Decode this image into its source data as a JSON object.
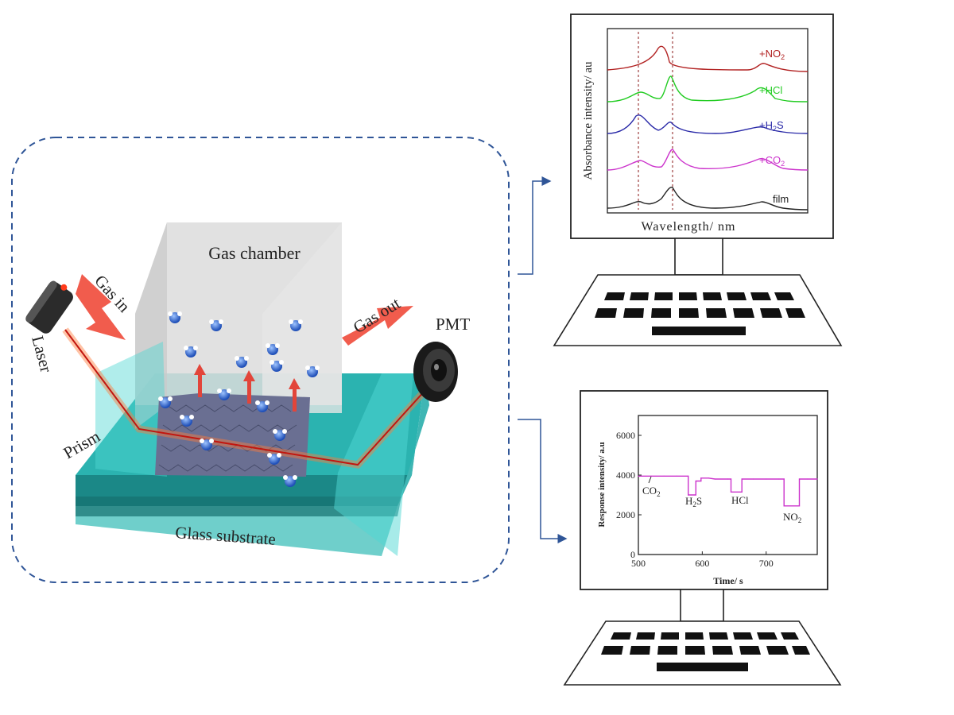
{
  "setup": {
    "gas_chamber": "Gas chamber",
    "gas_in": "Gas in",
    "gas_out": "Gas out",
    "laser": "Laser",
    "pmt": "PMT",
    "prism": "Prism",
    "glass_substrate": "Glass substrate"
  },
  "spectra_monitor": {
    "ylabel": "Absorbance intensity/ au",
    "xlabel": "Wavelength/ nm",
    "curves": [
      {
        "name": "+NO",
        "sub": "2",
        "color": "#b22222"
      },
      {
        "name": "+HCl",
        "sub": "",
        "color": "#22cc22"
      },
      {
        "name": "+H",
        "sub": "2",
        "tail": "S",
        "color": "#2a2aa8"
      },
      {
        "name": "+CO",
        "sub": "2",
        "color": "#cc33cc"
      },
      {
        "name": "film",
        "sub": "",
        "color": "#222222"
      }
    ]
  },
  "response_monitor": {
    "ylabel": "Response intensity/ a.u",
    "xlabel": "Time/ s",
    "annotations": [
      {
        "text": "CO",
        "sub": "2"
      },
      {
        "text": "H",
        "sub": "2",
        "tail": "S"
      },
      {
        "text": "HCl",
        "sub": ""
      },
      {
        "text": "NO",
        "sub": "2"
      }
    ]
  },
  "chart_data": {
    "type": "line",
    "title": "",
    "xlabel": "Time/ s",
    "ylabel": "Response intensity/ a.u",
    "xlim": [
      500,
      780
    ],
    "ylim": [
      0,
      7000
    ],
    "xticks": [
      "500",
      "600",
      "700"
    ],
    "yticks": [
      "0",
      "2000",
      "4000",
      "6000"
    ],
    "color": "#cc33cc",
    "x": [
      500,
      520,
      540,
      560,
      578,
      578,
      590,
      590,
      598,
      598,
      610,
      620,
      640,
      645,
      645,
      662,
      662,
      680,
      700,
      720,
      728,
      728,
      752,
      752,
      765,
      780
    ],
    "y": [
      3950,
      3950,
      3950,
      3950,
      3950,
      3000,
      3000,
      3700,
      3700,
      3850,
      3850,
      3800,
      3800,
      3800,
      3150,
      3150,
      3800,
      3800,
      3800,
      3800,
      3800,
      2450,
      2450,
      3800,
      3800,
      3800
    ]
  }
}
